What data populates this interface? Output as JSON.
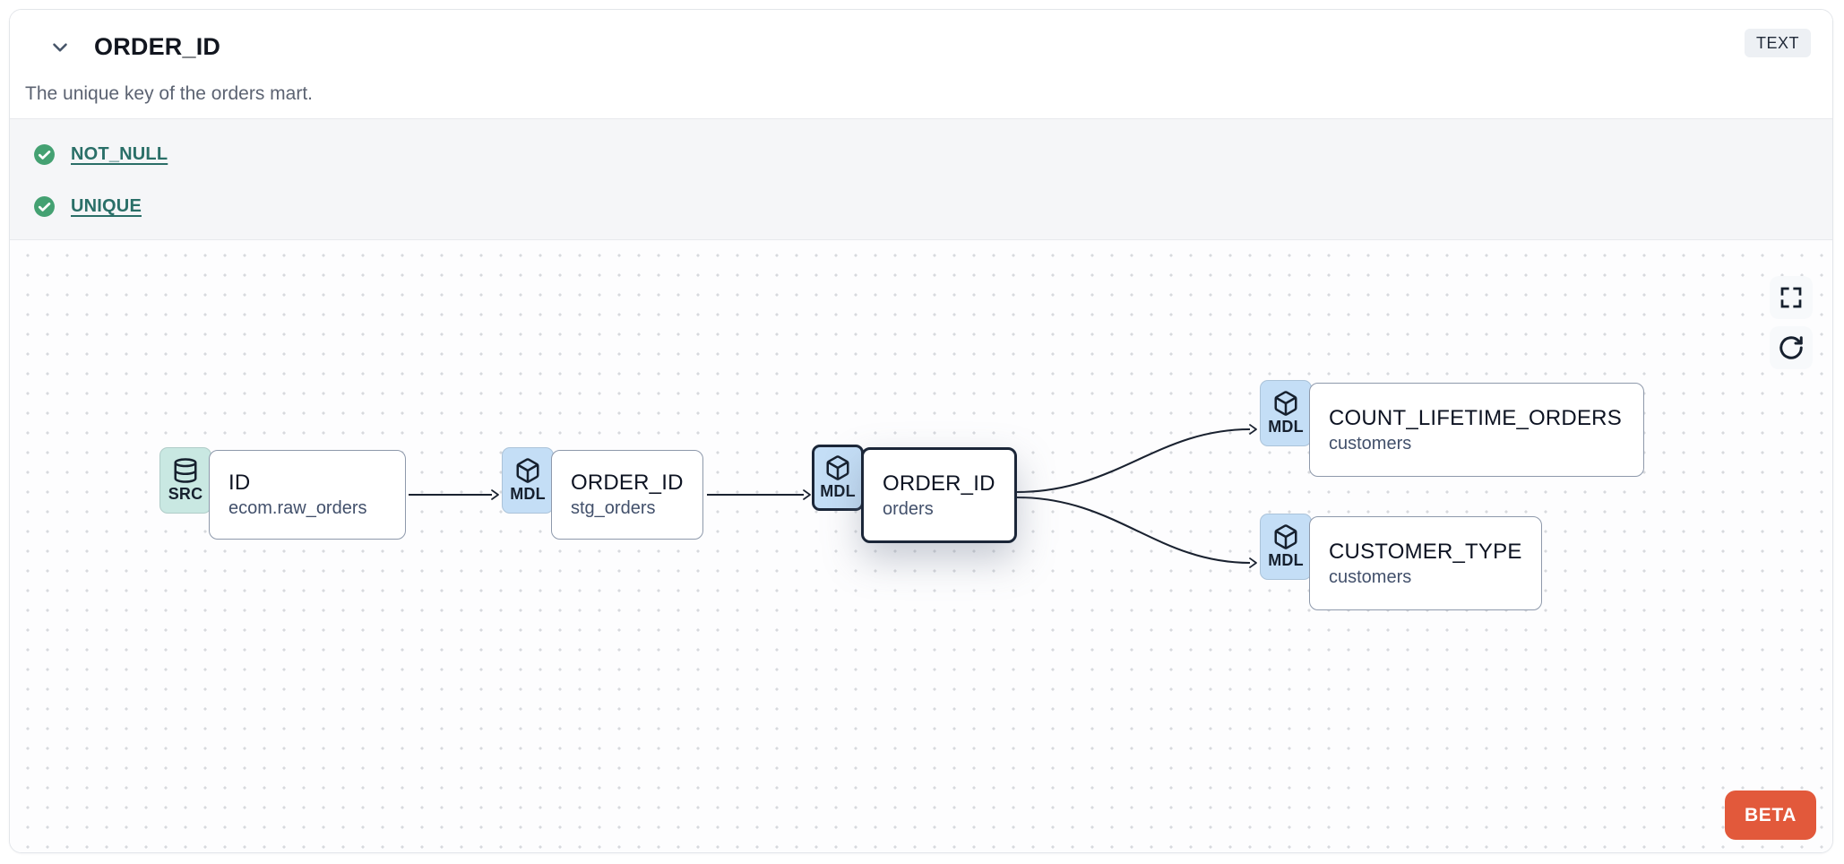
{
  "header": {
    "title": "ORDER_ID",
    "type_badge": "TEXT",
    "description": "The unique key of the orders mart.",
    "collapse_icon": "chevron-down-icon"
  },
  "tests": {
    "items": [
      {
        "name": "NOT_NULL",
        "status": "passed",
        "icon": "check-circle-icon"
      },
      {
        "name": "UNIQUE",
        "status": "passed",
        "icon": "check-circle-icon"
      }
    ]
  },
  "lineage": {
    "nodes": [
      {
        "id": "source-id",
        "badge": "SRC",
        "icon": "database-icon",
        "title": "ID",
        "subtitle": "ecom.raw_orders",
        "selected": false
      },
      {
        "id": "stg-order-id",
        "badge": "MDL",
        "icon": "cube-icon",
        "title": "ORDER_ID",
        "subtitle": "stg_orders",
        "selected": false
      },
      {
        "id": "orders-order-id",
        "badge": "MDL",
        "icon": "cube-icon",
        "title": "ORDER_ID",
        "subtitle": "orders",
        "selected": true
      },
      {
        "id": "count-lifetime-orders",
        "badge": "MDL",
        "icon": "cube-icon",
        "title": "COUNT_LIFETIME_ORDERS",
        "subtitle": "customers",
        "selected": false
      },
      {
        "id": "customer-type",
        "badge": "MDL",
        "icon": "cube-icon",
        "title": "CUSTOMER_TYPE",
        "subtitle": "customers",
        "selected": false
      }
    ],
    "edges": [
      {
        "from": "source-id",
        "to": "stg-order-id"
      },
      {
        "from": "stg-order-id",
        "to": "orders-order-id"
      },
      {
        "from": "orders-order-id",
        "to": "count-lifetime-orders"
      },
      {
        "from": "orders-order-id",
        "to": "customer-type"
      }
    ],
    "controls": {
      "icons": [
        "fullscreen-icon",
        "refresh-icon"
      ]
    },
    "beta_label": "BETA"
  },
  "colors": {
    "beta_bg": "#E2593B",
    "badge_src_bg": "#C9E8E2",
    "badge_mdl_bg": "#C4DEF6",
    "selected_border": "#1B2638",
    "test_pass_green": "#44A172",
    "test_link_teal": "#2A6F68",
    "type_badge_bg": "#EDF0F4",
    "edge_stroke": "#1A2230"
  }
}
